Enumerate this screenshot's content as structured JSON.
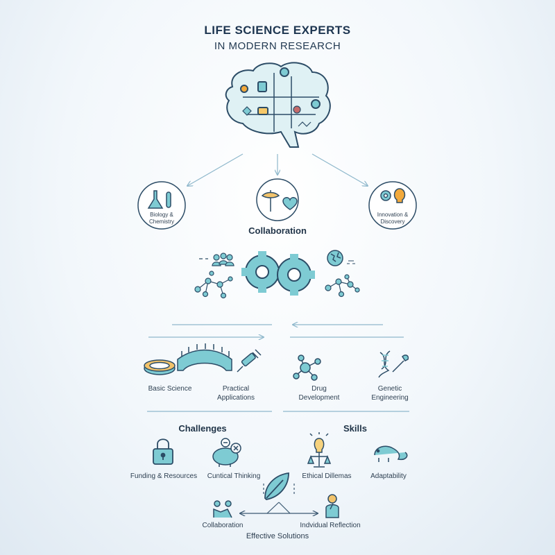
{
  "title": "LIFE SCIENCE EXPERTS",
  "subtitle": "IN MODERN RESEARCH",
  "top_nodes": {
    "left": "Biology & Chemistry",
    "center": "Collaboration",
    "right": "Innovation & Discovery"
  },
  "pillars": {
    "basic": "Basic Science",
    "practical": "Practical Applications",
    "drug": "Drug Development",
    "genetic": "Genetic Engineering"
  },
  "challenges": {
    "heading": "Challenges",
    "funding": "Funding & Resources",
    "critical": "Cuntical Thinking"
  },
  "skills": {
    "heading": "Skills",
    "ethical": "Ethical Dillemas",
    "adaptability": "Adaptability"
  },
  "bottom": {
    "collaboration": "Collaboration",
    "reflection": "Indvidual Reflection",
    "solutions": "Effective Solutions"
  },
  "colors": {
    "teal": "#7ecbd3",
    "dark": "#26445e",
    "accent": "#f2a93b"
  }
}
